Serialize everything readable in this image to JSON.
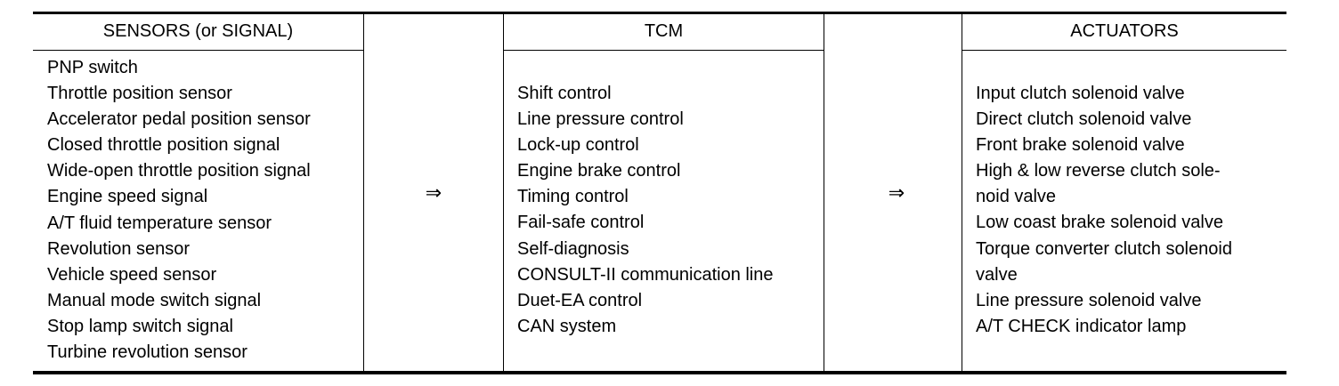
{
  "headers": {
    "sensors": "SENSORS (or SIGNAL)",
    "tcm": "TCM",
    "actuators": "ACTUATORS"
  },
  "sensors": [
    "PNP switch",
    "Throttle position sensor",
    "Accelerator pedal position sensor",
    "Closed throttle position signal",
    "Wide-open throttle position signal",
    "Engine speed signal",
    "A/T fluid temperature sensor",
    "Revolution sensor",
    "Vehicle speed sensor",
    "Manual mode switch signal",
    "Stop lamp switch signal",
    "Turbine revolution sensor"
  ],
  "tcm": [
    "Shift control",
    "Line pressure control",
    "Lock-up control",
    "Engine brake control",
    "Timing control",
    "Fail-safe control",
    "Self-diagnosis",
    "CONSULT-II communication line",
    "Duet-EA control",
    "CAN system"
  ],
  "actuators": [
    "Input clutch solenoid valve",
    "Direct clutch solenoid valve",
    "Front brake solenoid valve",
    "High & low reverse clutch sole-",
    "noid valve",
    "Low coast brake solenoid valve",
    "Torque converter clutch solenoid",
    "valve",
    "Line pressure solenoid valve",
    "A/T CHECK indicator lamp"
  ],
  "arrows": {
    "first": "⇒",
    "second": "⇒"
  }
}
